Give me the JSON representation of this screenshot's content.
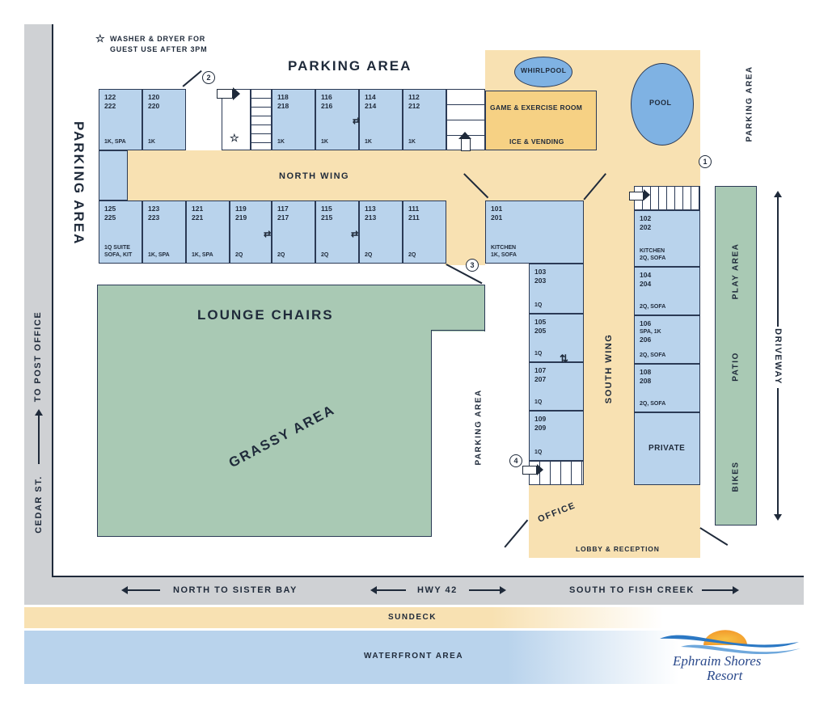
{
  "laundry_note": {
    "line1": "WASHER & DRYER FOR",
    "line2": "GUEST USE AFTER 3PM"
  },
  "areas": {
    "parking_top": "PARKING AREA",
    "parking_left": "PARKING AREA",
    "parking_right": "PARKING AREA",
    "parking_center": "PARKING AREA",
    "north_wing": "NORTH WING",
    "south_wing": "SOUTH WING",
    "lounge": "LOUNGE CHAIRS",
    "grassy": "GRASSY AREA",
    "whirlpool": "WHIRLPOOL",
    "pool": "POOL",
    "game_room": "GAME & EXERCISE ROOM",
    "ice": "ICE & VENDING",
    "office": "OFFICE",
    "lobby": "LOBBY & RECEPTION",
    "play": "PLAY AREA",
    "patio": "PATIO",
    "bikes": "BIKES",
    "driveway": "DRIVEWAY",
    "private": "PRIVATE",
    "sundeck": "SUNDECK",
    "waterfront": "WATERFRONT AREA"
  },
  "roads": {
    "north": "NORTH TO SISTER BAY",
    "hwy": "HWY 42",
    "south": "SOUTH TO FISH CREEK",
    "cedar": "CEDAR ST.",
    "post_office": "TO POST OFFICE"
  },
  "markers": [
    "1",
    "2",
    "3",
    "4"
  ],
  "rooms_north_top": [
    {
      "a": "122",
      "b": "222",
      "f": "1K, SPA"
    },
    {
      "a": "120",
      "b": "220",
      "f": "1K"
    },
    {
      "a": "118",
      "b": "218",
      "f": "1K"
    },
    {
      "a": "116",
      "b": "216",
      "f": "1K"
    },
    {
      "a": "114",
      "b": "214",
      "f": "1K"
    },
    {
      "a": "112",
      "b": "212",
      "f": "1K"
    }
  ],
  "rooms_north_bottom": [
    {
      "a": "125",
      "b": "225",
      "f1": "1Q SUITE",
      "f2": "SOFA, KIT"
    },
    {
      "a": "123",
      "b": "223",
      "f1": "",
      "f2": "1K, SPA"
    },
    {
      "a": "121",
      "b": "221",
      "f1": "",
      "f2": "1K, SPA"
    },
    {
      "a": "119",
      "b": "219",
      "f1": "",
      "f2": "2Q"
    },
    {
      "a": "117",
      "b": "217",
      "f1": "",
      "f2": "2Q"
    },
    {
      "a": "115",
      "b": "215",
      "f1": "",
      "f2": "2Q"
    },
    {
      "a": "113",
      "b": "213",
      "f1": "",
      "f2": "2Q"
    },
    {
      "a": "111",
      "b": "211",
      "f1": "",
      "f2": "2Q"
    }
  ],
  "room_101": {
    "a": "101",
    "b": "201",
    "f1": "KITCHEN",
    "f2": "1K, SOFA"
  },
  "rooms_south_left": [
    {
      "a": "103",
      "b": "203",
      "f": "1Q"
    },
    {
      "a": "105",
      "b": "205",
      "f": "1Q"
    },
    {
      "a": "107",
      "b": "207",
      "f": "1Q"
    },
    {
      "a": "109",
      "b": "209",
      "f": "1Q"
    }
  ],
  "rooms_south_right": [
    {
      "a": "102",
      "b": "202",
      "f1": "KITCHEN",
      "f2": "2Q, SOFA"
    },
    {
      "a": "104",
      "b": "204",
      "f1": "",
      "f2": "2Q, SOFA"
    },
    {
      "a": "106",
      "b": "206",
      "f1": "SPA, 1K",
      "f2": "2Q, SOFA"
    },
    {
      "a": "108",
      "b": "208",
      "f1": "",
      "f2": "2Q, SOFA"
    }
  ],
  "logo": {
    "line1": "Ephraim Shores",
    "line2": "Resort"
  },
  "colors": {
    "room": "#b9d3ec",
    "sand": "#f8e1b2",
    "green": "#a9c9b4",
    "road": "#cfd1d4",
    "water": "#b9d3ec",
    "game": "#f6d184"
  }
}
